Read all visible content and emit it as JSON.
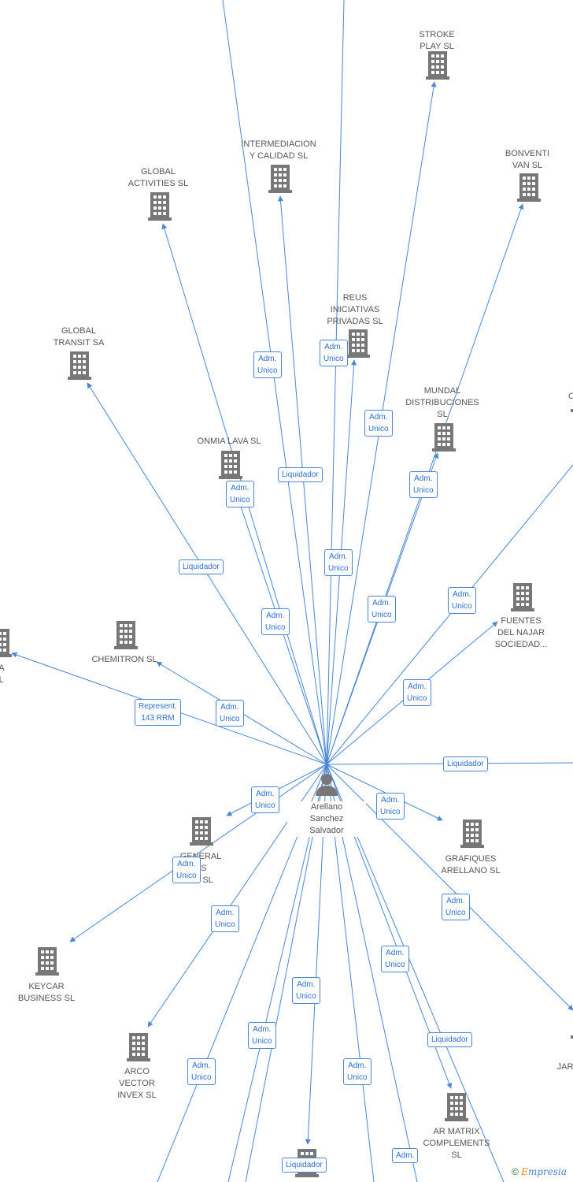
{
  "center_person": {
    "name": "Arellano\nSanchez\nSalvador"
  },
  "companies": [
    {
      "id": "stroke",
      "name": "STROKE\nPLAY  SL"
    },
    {
      "id": "bonventi",
      "name": "BONVENTI\nVAN  SL"
    },
    {
      "id": "intermediacion",
      "name": "INTERMEDIACION\nY CALIDAD SL"
    },
    {
      "id": "global_activities",
      "name": "GLOBAL\nACTIVITIES  SL"
    },
    {
      "id": "global_transit",
      "name": "GLOBAL\nTRANSIT SA"
    },
    {
      "id": "reus",
      "name": "REUS\nINICIATIVAS\nPRIVADAS SL"
    },
    {
      "id": "mundal",
      "name": "MUNDAL\nDISTRIBUCIONES\nSL"
    },
    {
      "id": "onmia",
      "name": "ONMIA LAVA  SL"
    },
    {
      "id": "fuentes",
      "name": "FUENTES\nDEL NAJAR\nSOCIEDAD..."
    },
    {
      "id": "chemitron",
      "name": "CHEMITRON  SL"
    },
    {
      "id": "ra_sl",
      "name": "RA\nSL"
    },
    {
      "id": "general",
      "name": "GENERAL\nUS\nNY SL"
    },
    {
      "id": "grafiques",
      "name": "GRAFIQUES\nARELLANO  SL"
    },
    {
      "id": "keycar",
      "name": "KEYCAR\nBUSINESS  SL"
    },
    {
      "id": "arco",
      "name": "ARCO\nVECTOR\nINVEX  SL"
    },
    {
      "id": "ar_matrix",
      "name": "AR MATRIX\nCOMPLEMENTS\nSL"
    },
    {
      "id": "jar",
      "name": "JAR"
    },
    {
      "id": "bottom_company",
      "name": ""
    },
    {
      "id": "edge_right",
      "name": "C"
    }
  ],
  "relations": [
    {
      "to": "stroke",
      "label": "Adm.\nUnico"
    },
    {
      "to": "bonventi",
      "label": "Adm.\nUnico"
    },
    {
      "to": "intermediacion",
      "label": "Liquidador"
    },
    {
      "to": "global_activities",
      "label": "Adm.\nUnico"
    },
    {
      "to": "global_transit",
      "label": "Liquidador"
    },
    {
      "to": "reus",
      "label": "Adm.\nUnico"
    },
    {
      "to": "mundal",
      "label": "Adm.\nUnico"
    },
    {
      "to": "onmia",
      "label": "Adm.\nUnico"
    },
    {
      "to": "fuentes",
      "label": "Adm.\nUnico"
    },
    {
      "to": "chemitron",
      "label": "Adm.\nUnico"
    },
    {
      "to": "ra_sl",
      "label": "Represent.\n143 RRM"
    },
    {
      "to": "general",
      "label": "Adm.\nUnico"
    },
    {
      "to": "grafiques",
      "label": "Adm.\nUnico"
    },
    {
      "to": "keycar",
      "label": "Adm.\nUnico"
    },
    {
      "to": "arco",
      "label": "Adm.\nUnico"
    },
    {
      "to": "ar_matrix",
      "label": "Adm.\nUnico"
    },
    {
      "to": "jar",
      "label": "Adm.\nUnico"
    },
    {
      "to": "bottom_company",
      "label": "Liquidador"
    },
    {
      "to": "edge_right",
      "label": "Adm.\nUnico"
    },
    {
      "to": "offscreen_top1",
      "label": "Adm.\nUnico"
    },
    {
      "to": "offscreen_top2",
      "label": "Adm.\nUnico"
    },
    {
      "to": "offscreen_right",
      "label": "Liquidador"
    },
    {
      "to": "offscreen_b1",
      "label": "Adm.\nUnico"
    },
    {
      "to": "offscreen_b2",
      "label": "Adm.\nUnico"
    },
    {
      "to": "offscreen_b3",
      "label": "Adm.\nUnico"
    },
    {
      "to": "offscreen_b4",
      "label": "Adm.\nUnico"
    },
    {
      "to": "offscreen_b5",
      "label": "Liquidador"
    },
    {
      "to": "offscreen_b6",
      "label": "Adm."
    }
  ],
  "brand": {
    "copyright": "©",
    "e": "E",
    "rest": "mpresia"
  },
  "colors": {
    "line": "#4a86d4",
    "node": "#7a7a7a",
    "label": "#555555"
  }
}
